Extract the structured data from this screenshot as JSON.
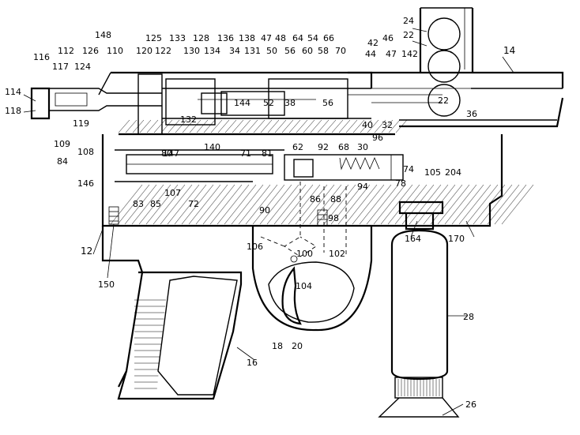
{
  "labels": {
    "l24": "24",
    "l22a": "22",
    "l14": "14",
    "l148": "148",
    "l125": "125",
    "l133": "133",
    "l128": "128",
    "l136": "136",
    "l138": "138",
    "l47a": "47",
    "l48": "48",
    "l64": "64",
    "l54": "54",
    "l66": "66",
    "l116": "116",
    "l112": "112",
    "l126": "126",
    "l110": "110",
    "l120": "120",
    "l122": "122",
    "l130": "130",
    "l134": "134",
    "l34": "34",
    "l131": "131",
    "l50": "50",
    "l56a": "56",
    "l60": "60",
    "l58": "58",
    "l70": "70",
    "l42": "42",
    "l46": "46",
    "l44": "44",
    "l47b": "47",
    "l142": "142",
    "l117": "117",
    "l124": "124",
    "l114": "114",
    "l118": "118",
    "l144": "144",
    "l52": "52",
    "l38": "38",
    "l56b": "56",
    "l22b": "22",
    "l36": "36",
    "l132": "132",
    "l40": "40",
    "l32": "32",
    "l119": "119",
    "l109": "109",
    "l108": "108",
    "l84": "84",
    "l147": "147",
    "l140": "140",
    "l96": "96",
    "l62": "62",
    "l92": "92",
    "l68": "68",
    "l30": "30",
    "l80": "80",
    "l71": "71",
    "l81": "81",
    "l146": "146",
    "l74": "74",
    "l105": "105",
    "l204": "204",
    "l78": "78",
    "l94": "94",
    "l107": "107",
    "l72": "72",
    "l86": "86",
    "l88": "88",
    "l83": "83",
    "l85": "85",
    "l90": "90",
    "l98": "98",
    "l12": "12",
    "l106": "106",
    "l100": "100",
    "l102": "102",
    "l164": "164",
    "l170": "170",
    "l150": "150",
    "l104": "104",
    "l28": "28",
    "l18": "18",
    "l20": "20",
    "l16": "16",
    "l26": "26"
  }
}
